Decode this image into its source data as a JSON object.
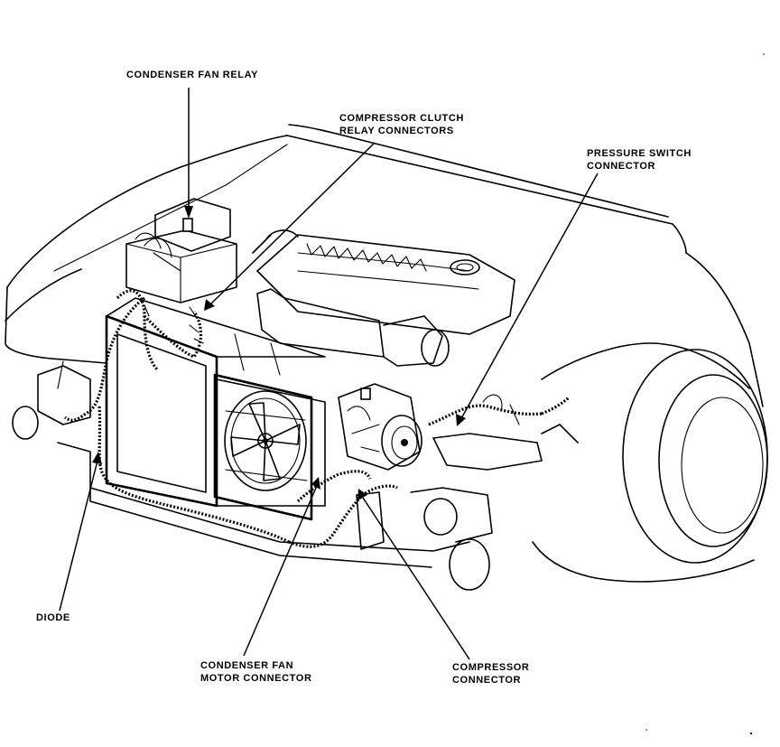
{
  "labels": {
    "condenser_fan_relay": "CONDENSER FAN RELAY",
    "compressor_clutch_relay_connectors": [
      "COMPRESSOR CLUTCH",
      "RELAY CONNECTORS"
    ],
    "pressure_switch_connector": [
      "PRESSURE SWITCH",
      "CONNECTOR"
    ],
    "diode": "DIODE",
    "condenser_fan_motor_connector": [
      "CONDENSER FAN",
      "MOTOR CONNECTOR"
    ],
    "compressor_connector": [
      "COMPRESSOR",
      "CONNECTOR"
    ]
  },
  "colors": {
    "ink": "#000000",
    "paper": "#ffffff"
  }
}
